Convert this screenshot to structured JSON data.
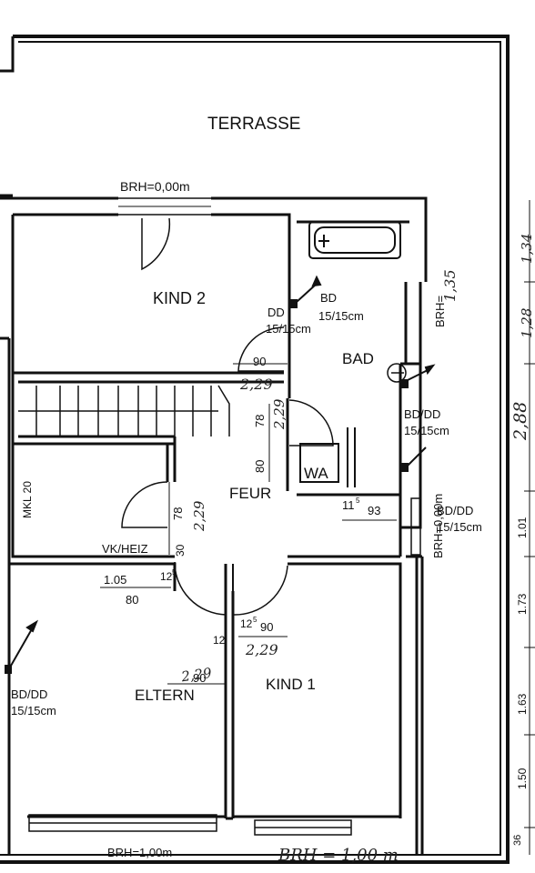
{
  "rooms": {
    "terrasse": "TERRASSE",
    "kind2": "KIND 2",
    "bad": "BAD",
    "feur": "FEUR",
    "wa": "WA",
    "eltern": "ELTERN",
    "kind1": "KIND 1",
    "mkl": "MKL 20",
    "vkheiz": "VK/HEIZ"
  },
  "annotations": {
    "brh_top": "BRH=0,00m",
    "brh_bottom": "BRH=1,00m",
    "brh_bottom_hand": "BRH = 1,00 m",
    "brh_right": "BRH=0,00m",
    "brh_right_upper": "BRH=",
    "bd_kind2_a": "BD",
    "bd_kind2_b": "15/15cm",
    "dd_left_a": "DD",
    "dd_left_b": "15/15cm",
    "bddd_bad_a": "BD/DD",
    "bddd_bad_b": "15/15cm",
    "bddd_right_a": "BD/DD",
    "bddd_right_b": "15/15cm",
    "bddd_eltern_a": "BD/DD",
    "bddd_eltern_b": "15/15cm"
  },
  "dimensions": {
    "d90_bad": "90",
    "d229_bad": "2,29",
    "d78_stair": "78",
    "d229_stair": "2,29",
    "d80_stair": "80",
    "d78_mkl": "78",
    "d229_mkl": "2,29",
    "d30": "30",
    "d105": "1.05",
    "d12a": "12",
    "d80_bottom": "80",
    "d115": "11",
    "d93": "93",
    "d125": "12",
    "d90_kind1": "90",
    "d229_kind1": "2,29",
    "d12b": "12",
    "d90_eltern": "90",
    "d229_eltern": "2,29",
    "d5": "5",
    "d5b": "5",
    "d5c": "5"
  },
  "right_dims": {
    "r134": "1,34",
    "r128": "1,28",
    "r288": "2,88",
    "r101": "1.01",
    "r173": "1.73",
    "r1635": "1.63",
    "r150": "1.50",
    "r365": "36"
  }
}
